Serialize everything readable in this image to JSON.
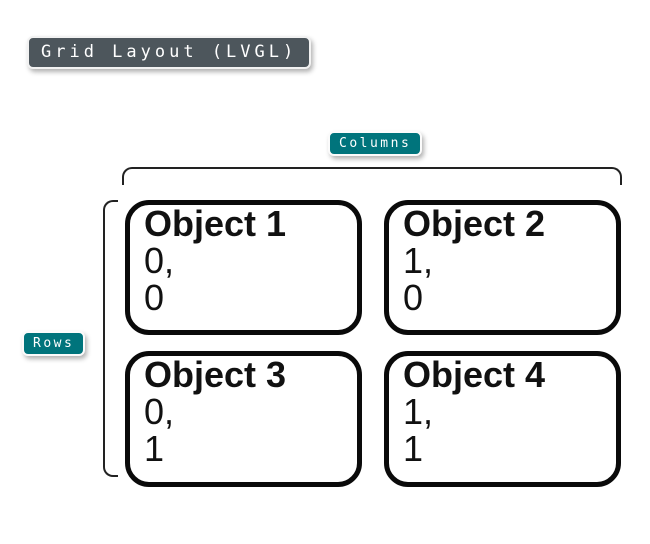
{
  "diagram": {
    "title": "Grid Layout (LVGL)",
    "columns_label": "Columns",
    "rows_label": "Rows",
    "cells": [
      {
        "title": "Object 1",
        "line1": "0,",
        "line2": "0"
      },
      {
        "title": "Object 2",
        "line1": "1,",
        "line2": "0"
      },
      {
        "title": "Object 3",
        "line1": "0,",
        "line2": "1"
      },
      {
        "title": "Object 4",
        "line1": "1,",
        "line2": "1"
      }
    ],
    "colors": {
      "badge_teal": "#00747c",
      "badge_dark_slate": "#4d565c",
      "box_border": "#0a0a0a",
      "bracket_line": "#222222",
      "text": "#111111",
      "background": "#ffffff"
    }
  }
}
